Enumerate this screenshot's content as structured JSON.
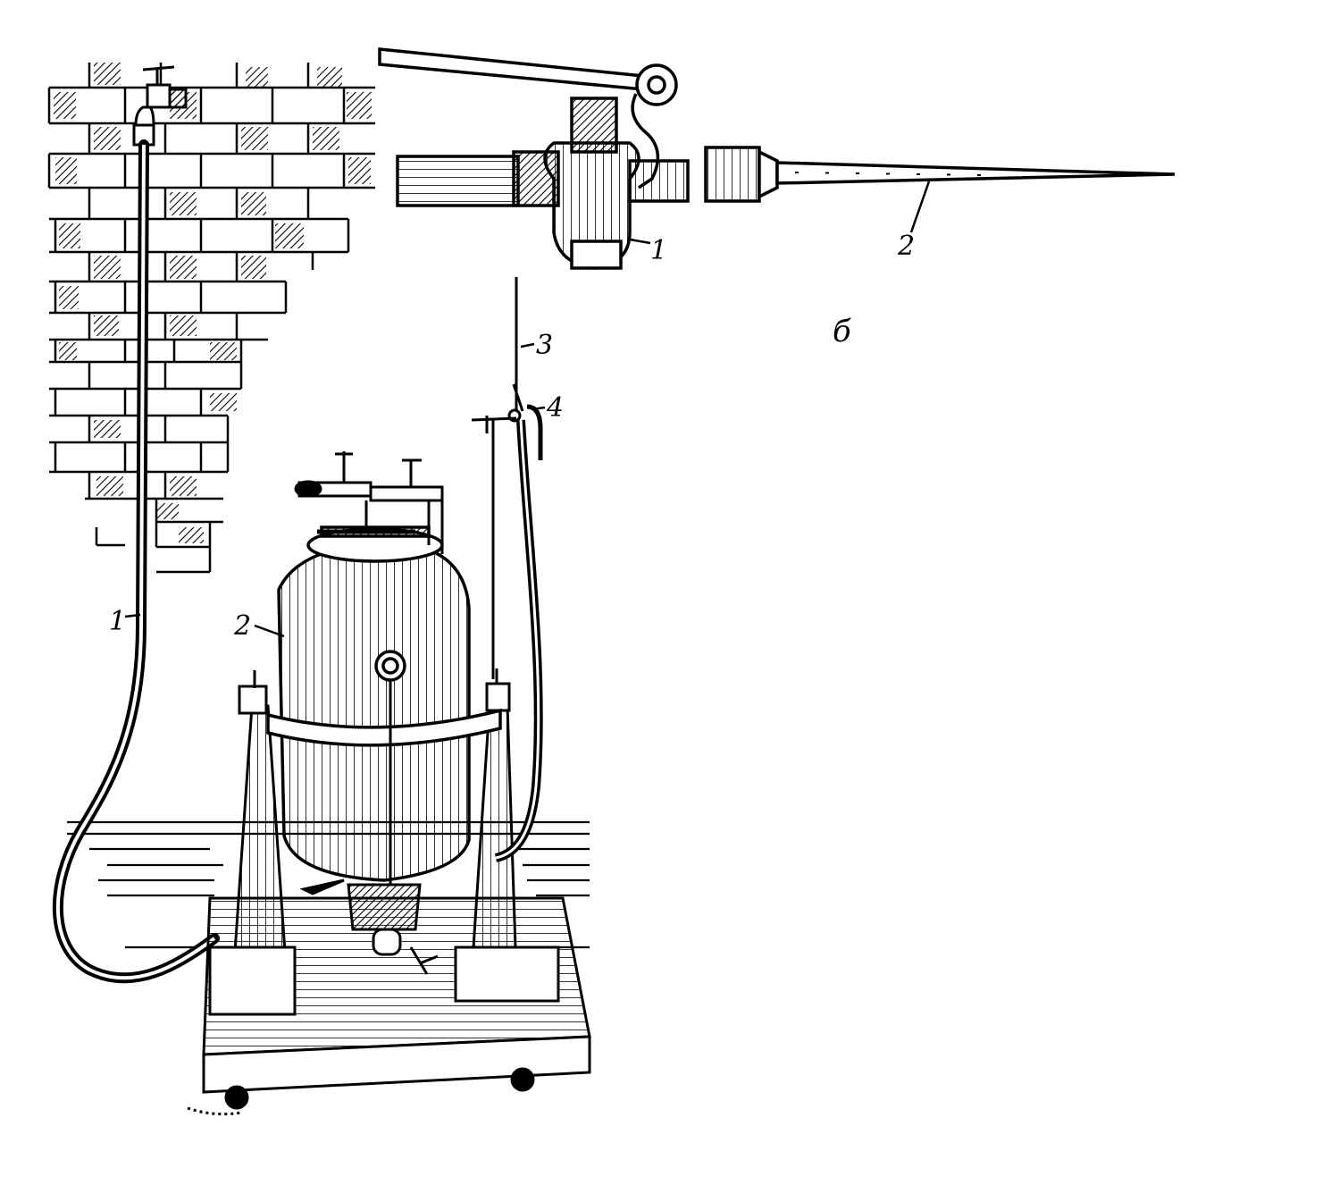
{
  "labels": {
    "hose": "1",
    "tank": "2",
    "lance": "3",
    "trigger": "4",
    "valve_detail": "1",
    "nozzle_detail": "2",
    "subfigure": "б"
  },
  "colors": {
    "ink": "#000000",
    "paper": "#ffffff"
  }
}
